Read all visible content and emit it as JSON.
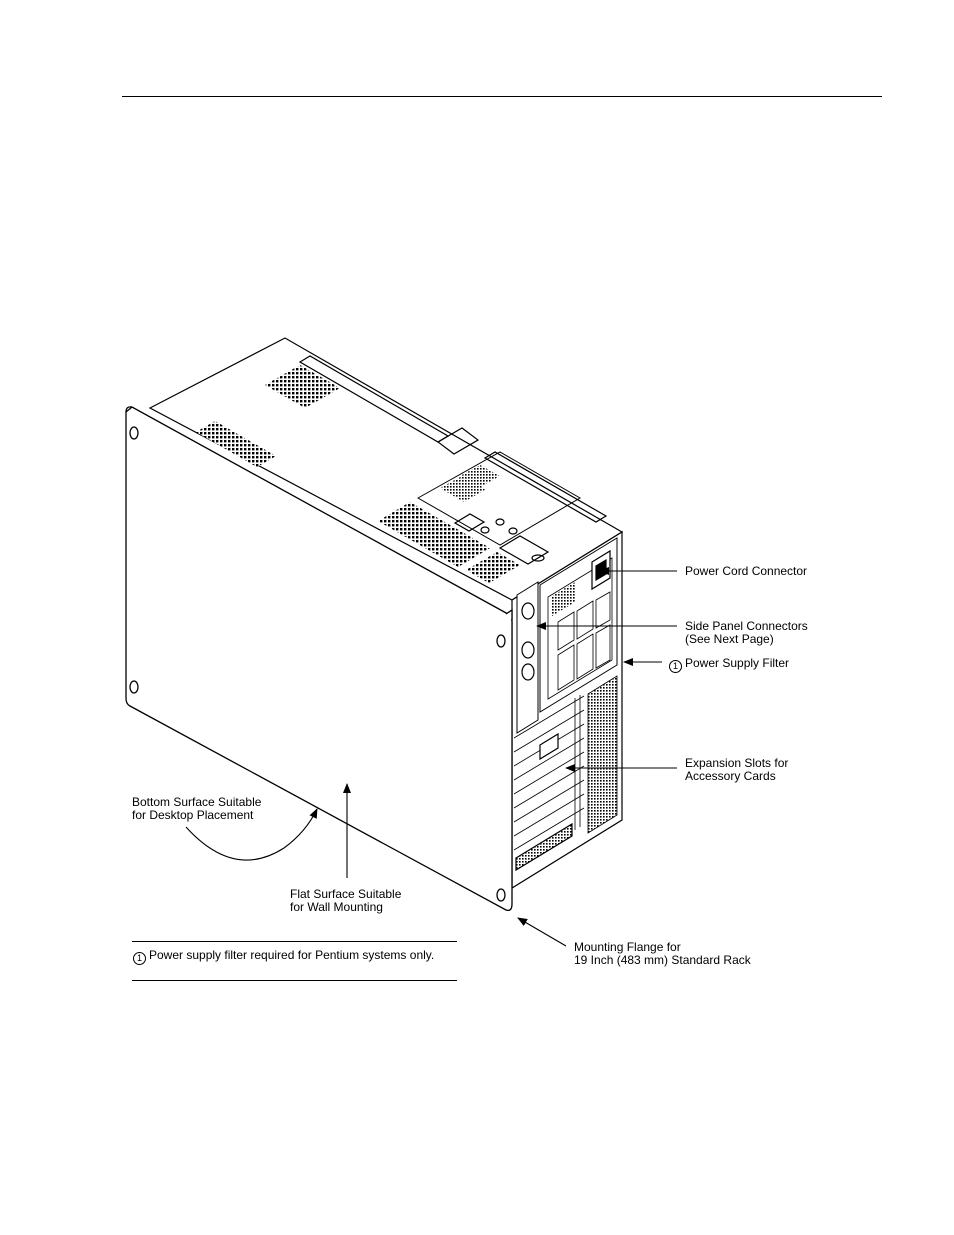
{
  "labels": {
    "power_cord": "Power Cord Connector",
    "side_panel_1": "Side Panel Connectors",
    "side_panel_2": "(See Next Page)",
    "psu_filter_mark": "1",
    "psu_filter": "Power Supply Filter",
    "expansion_1": "Expansion Slots for",
    "expansion_2": "Accessory Cards",
    "bottom_1": "Bottom Surface Suitable",
    "bottom_2": "for Desktop Placement",
    "flat_1": "Flat Surface Suitable",
    "flat_2": "for Wall Mounting",
    "flange_1": "Mounting Flange for",
    "flange_2": "19 Inch (483 mm) Standard Rack"
  },
  "footnote": {
    "mark": "1",
    "text": "Power supply filter required for Pentium systems only."
  }
}
